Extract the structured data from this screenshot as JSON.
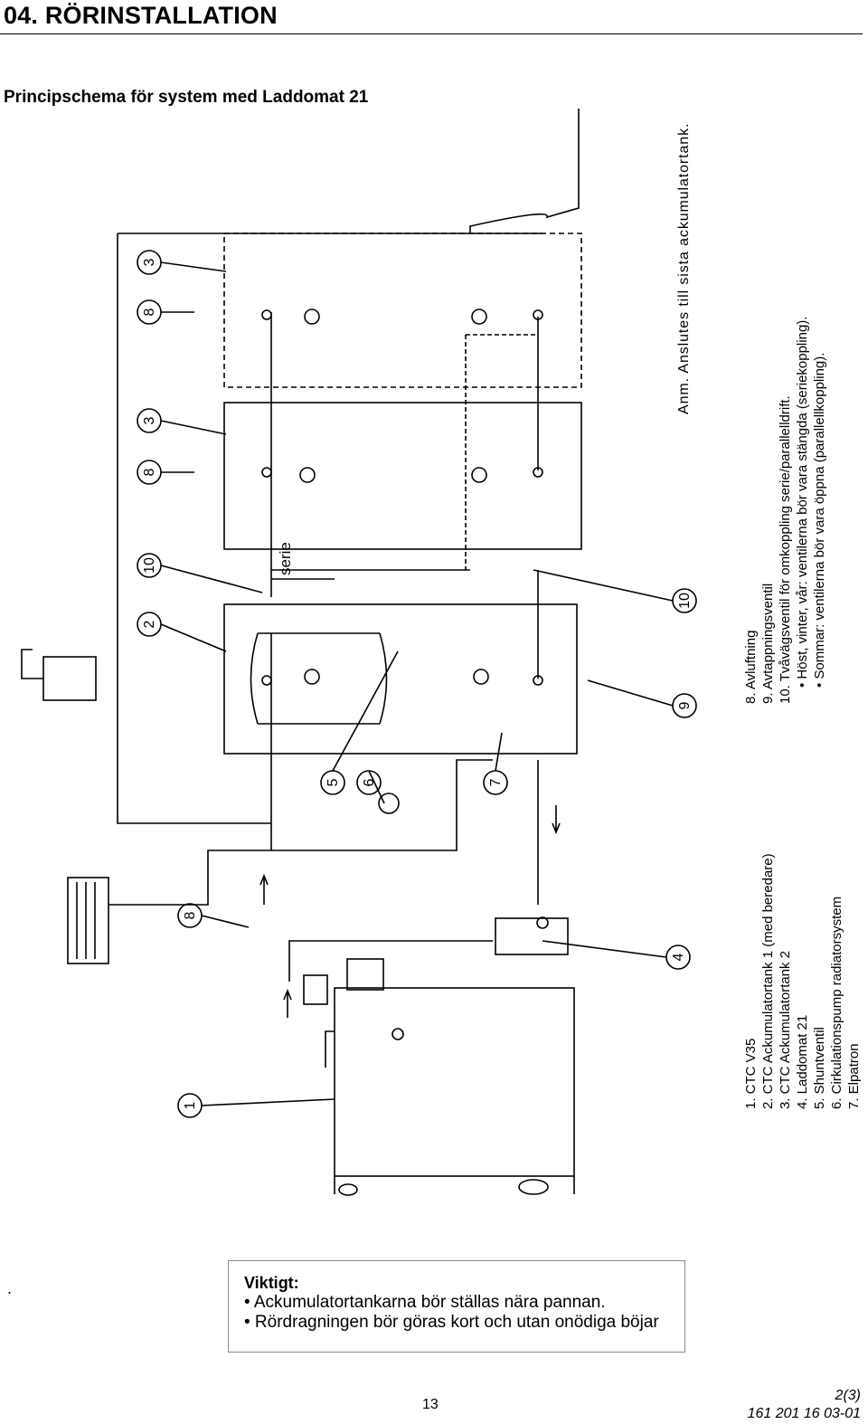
{
  "header": {
    "section_title": "04. RÖRINSTALLATION",
    "subtitle": "Principschema för system med Laddomat 21"
  },
  "diagram": {
    "note": "Anm. Anslutes till sista ackumulatortank.",
    "serie_label": "serie",
    "callouts": [
      "1",
      "2",
      "3",
      "3",
      "4",
      "5",
      "6",
      "7",
      "8",
      "8",
      "8",
      "9",
      "10",
      "10"
    ]
  },
  "legend": {
    "left": [
      "1.  CTC V35",
      "2.  CTC Ackumulatortank 1 (med beredare)",
      "3.  CTC Ackumulatortank 2",
      "4.  Laddomat 21",
      "5.  Shuntventil",
      "6.  Cirkulationspump radiatorsystem",
      "7.  Elpatron"
    ],
    "right": [
      "8.  Avluftning",
      "9.  Avtappningsventil",
      "10.  Tvåvägsventil för omkoppling serie/parallelldrift.",
      "• Höst, vinter, vår: ventilerna bör vara stängda (seriekoppling).",
      "• Sommar: ventilerna bör vara öppna (parallellkoppling)."
    ]
  },
  "notice": {
    "heading": "Viktigt:",
    "items": [
      "• Ackumulatortankarna bör ställas nära pannan.",
      "• Rördragningen bör göras kort och utan onödiga böjar"
    ]
  },
  "footer": {
    "page_number": "13",
    "sheet": "2(3)",
    "doc_number": "161 201 16 03-01"
  }
}
